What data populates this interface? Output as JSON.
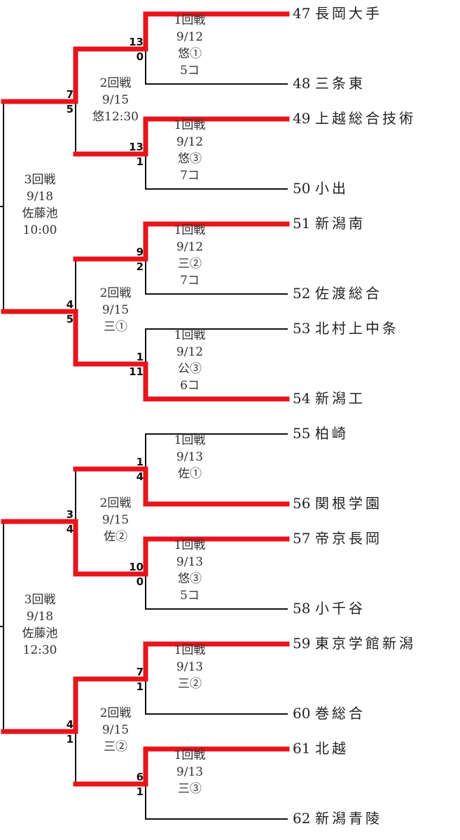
{
  "colors": {
    "winner": "#e8141b",
    "line": "#111111"
  },
  "blocks": [
    {
      "r3": {
        "round": "3回戦",
        "date": "9/18",
        "venue": "佐藤池",
        "time": "10:00"
      },
      "r2": [
        {
          "round": "2回戦",
          "date": "9/15",
          "venue": "悠12:30",
          "scores": [
            "7",
            "5"
          ],
          "winner": 0,
          "r1": [
            {
              "round": "1回戦",
              "date": "9/12",
              "venue": "悠①",
              "note": "5コ",
              "scores": [
                "13",
                "0"
              ],
              "winner": 0,
              "teams": [
                {
                  "num": "47",
                  "name": "長岡大手"
                },
                {
                  "num": "48",
                  "name": "三条東"
                }
              ]
            },
            {
              "round": "1回戦",
              "date": "9/12",
              "venue": "悠③",
              "note": "7コ",
              "scores": [
                "13",
                "1"
              ],
              "winner": 0,
              "teams": [
                {
                  "num": "49",
                  "name": "上越総合技術"
                },
                {
                  "num": "50",
                  "name": "小出"
                }
              ]
            }
          ]
        },
        {
          "round": "2回戦",
          "date": "9/15",
          "venue": "三①",
          "scores": [
            "4",
            "5"
          ],
          "winner": 1,
          "r1": [
            {
              "round": "1回戦",
              "date": "9/12",
              "venue": "三②",
              "note": "7コ",
              "scores": [
                "9",
                "2"
              ],
              "winner": 0,
              "teams": [
                {
                  "num": "51",
                  "name": "新潟南"
                },
                {
                  "num": "52",
                  "name": "佐渡総合"
                }
              ]
            },
            {
              "round": "1回戦",
              "date": "9/12",
              "venue": "公③",
              "note": "6コ",
              "scores": [
                "1",
                "11"
              ],
              "winner": 1,
              "teams": [
                {
                  "num": "53",
                  "name": "北村上中条"
                },
                {
                  "num": "54",
                  "name": "新潟工"
                }
              ]
            }
          ]
        }
      ]
    },
    {
      "r3": {
        "round": "3回戦",
        "date": "9/18",
        "venue": "佐藤池",
        "time": "12:30"
      },
      "r2": [
        {
          "round": "2回戦",
          "date": "9/15",
          "venue": "佐②",
          "scores": [
            "3",
            "4"
          ],
          "winner": 1,
          "r1": [
            {
              "round": "1回戦",
              "date": "9/13",
              "venue": "佐①",
              "note": "",
              "scores": [
                "1",
                "4"
              ],
              "winner": 1,
              "teams": [
                {
                  "num": "55",
                  "name": "柏崎"
                },
                {
                  "num": "56",
                  "name": "関根学園"
                }
              ]
            },
            {
              "round": "1回戦",
              "date": "9/13",
              "venue": "悠③",
              "note": "5コ",
              "scores": [
                "10",
                "0"
              ],
              "winner": 0,
              "teams": [
                {
                  "num": "57",
                  "name": "帝京長岡"
                },
                {
                  "num": "58",
                  "name": "小千谷"
                }
              ]
            }
          ]
        },
        {
          "round": "2回戦",
          "date": "9/15",
          "venue": "三②",
          "scores": [
            "4",
            "1"
          ],
          "winner": 0,
          "r1": [
            {
              "round": "1回戦",
              "date": "9/13",
              "venue": "三②",
              "note": "",
              "scores": [
                "7",
                "1"
              ],
              "winner": 0,
              "teams": [
                {
                  "num": "59",
                  "name": "東京学館新潟"
                },
                {
                  "num": "60",
                  "name": "巻総合"
                }
              ]
            },
            {
              "round": "1回戦",
              "date": "9/13",
              "venue": "三③",
              "note": "",
              "scores": [
                "6",
                "1"
              ],
              "winner": 0,
              "teams": [
                {
                  "num": "61",
                  "name": "北越"
                },
                {
                  "num": "62",
                  "name": "新潟青陵"
                }
              ]
            }
          ]
        }
      ]
    }
  ]
}
